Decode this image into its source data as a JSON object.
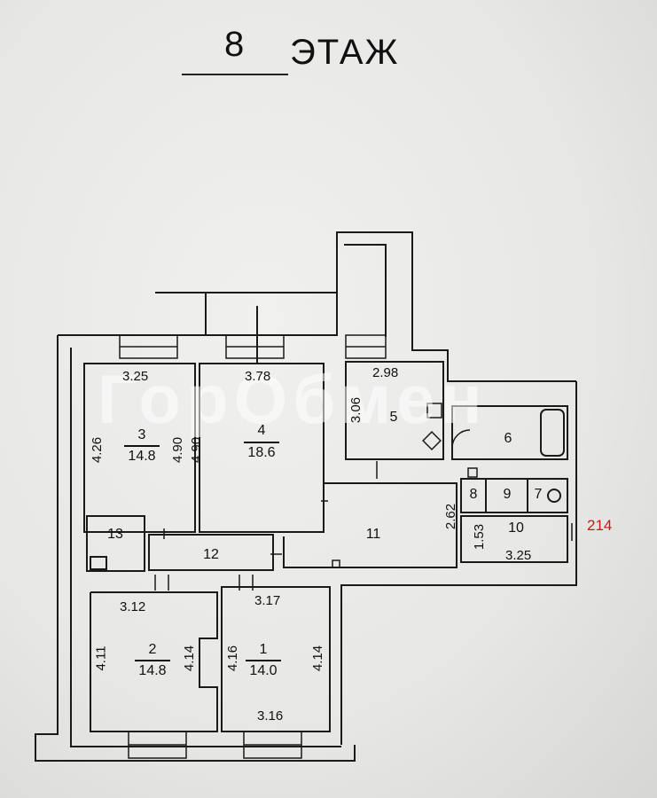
{
  "title": {
    "floor_number": "8",
    "floor_word": "ЭТАЖ"
  },
  "watermark": "ГорОбмен",
  "rooms": [
    {
      "id": "room-1",
      "number": "1",
      "area": "14.0"
    },
    {
      "id": "room-2",
      "number": "2",
      "area": "14.8"
    },
    {
      "id": "room-3",
      "number": "3",
      "area": "14.8"
    },
    {
      "id": "room-4",
      "number": "4",
      "area": "18.6"
    },
    {
      "id": "room-5",
      "number": "5"
    },
    {
      "id": "room-6",
      "number": "6"
    },
    {
      "id": "room-7",
      "number": "7"
    },
    {
      "id": "room-8",
      "number": "8"
    },
    {
      "id": "room-9",
      "number": "9"
    },
    {
      "id": "room-10",
      "number": "10"
    },
    {
      "id": "room-11",
      "number": "11"
    },
    {
      "id": "room-12",
      "number": "12"
    },
    {
      "id": "room-13",
      "number": "13"
    }
  ],
  "dimensions": {
    "r3_width": "3.25",
    "r4_width": "3.78",
    "r5_width": "2.98",
    "r3_height": "4.26",
    "r3_right": "4.90",
    "r4_left": "4.90",
    "r5_height": "3.06",
    "r11_height": "2.62",
    "r10_height": "1.53",
    "r10_width": "3.25",
    "r2_width": "3.12",
    "r1_width_top": "3.17",
    "r2_height": "4.11",
    "r2_right": "4.14",
    "r1_left": "4.16",
    "r1_right": "4.14",
    "r1_width_bottom": "3.16"
  },
  "apartment_number": "214",
  "colors": {
    "wall": "#1a1a1a",
    "apartment_number": "#c41a1a"
  }
}
